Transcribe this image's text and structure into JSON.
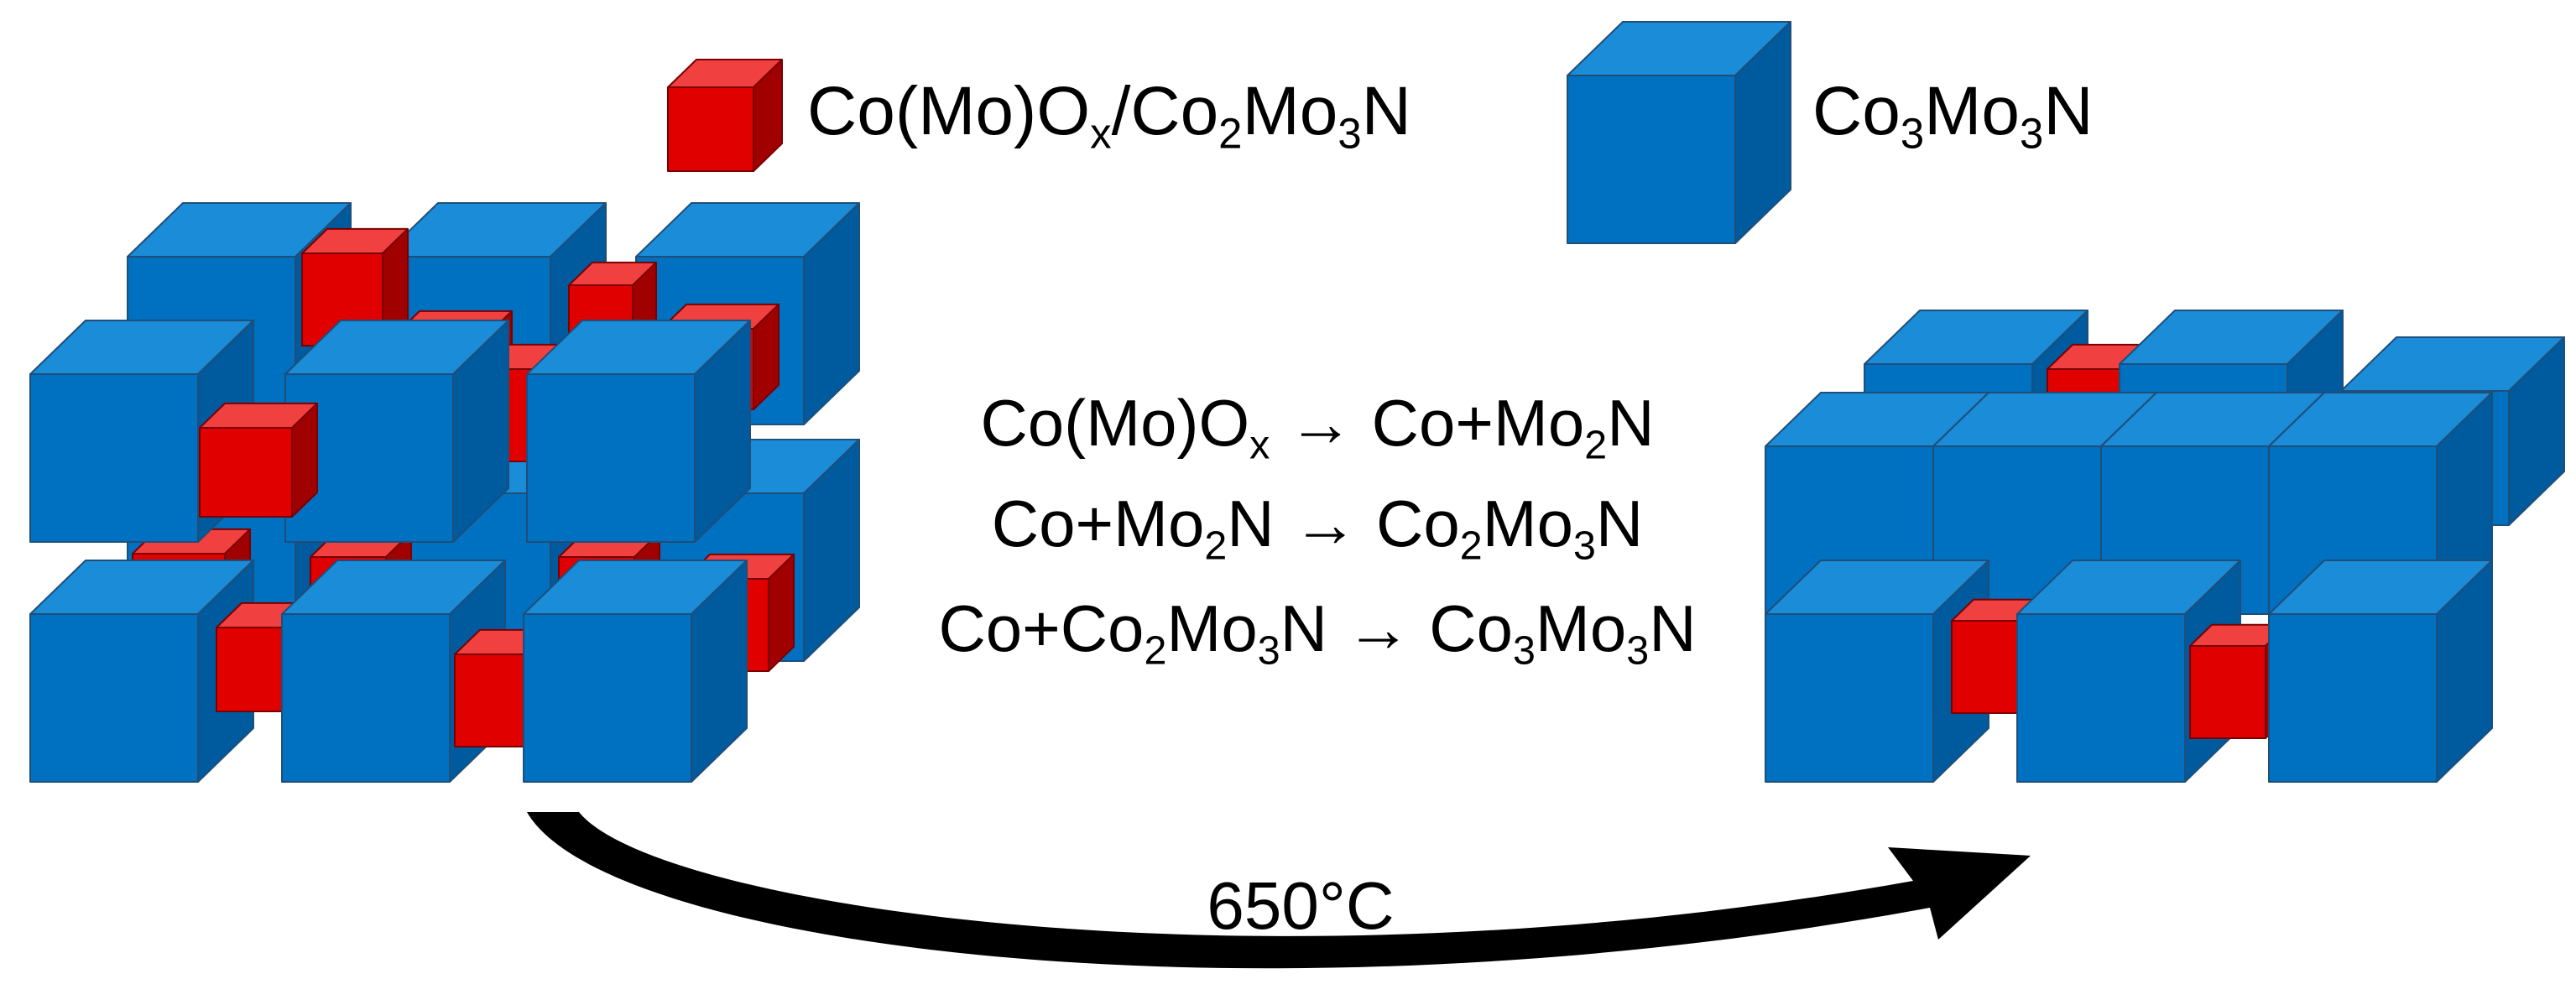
{
  "colors": {
    "blue_front": "#0070C0",
    "blue_top": "#1A8CD8",
    "blue_side": "#005A9E",
    "blue_edge": "#1F4E79",
    "red_front": "#E00000",
    "red_top": "#F04040",
    "red_side": "#A00000",
    "arrow": "#000000"
  },
  "legend": {
    "items": [
      {
        "swatch": "red-cube",
        "label": {
          "main": "Co(Mo)O",
          "sub1": "x",
          "mid1": "/Co",
          "sub2": "2",
          "mid2": "Mo",
          "sub3": "3",
          "tail": "N"
        }
      },
      {
        "swatch": "blue-cube",
        "label": {
          "main": "Co",
          "sub1": "3",
          "mid1": "Mo",
          "sub2": "3",
          "tail": "N"
        }
      }
    ]
  },
  "reactions": [
    {
      "a": "Co(Mo)O",
      "a_sub": "x",
      "arrow": "→",
      "b": "Co+Mo",
      "b_sub": "2",
      "b_tail": "N"
    },
    {
      "a": "Co+Mo",
      "a_sub": "2",
      "a_tail": "N",
      "arrow": "→",
      "b": "Co",
      "b_sub": "2",
      "b_mid": "Mo",
      "b_sub2": "3",
      "b_tail": "N"
    },
    {
      "a": "Co+Co",
      "a_sub": "2",
      "a_mid": "Mo",
      "a_sub2": "3",
      "a_tail": "N",
      "arrow": "→",
      "b": "Co",
      "b_sub": "3",
      "b_mid": "Mo",
      "b_sub2": "3",
      "b_tail": "N"
    }
  ],
  "process": {
    "temperature": "650°C",
    "arrow_icon": "curved-arrow-icon"
  },
  "structures": {
    "before": {
      "name": "porous-precursor-block"
    },
    "after": {
      "name": "dense-nitride-block"
    }
  }
}
